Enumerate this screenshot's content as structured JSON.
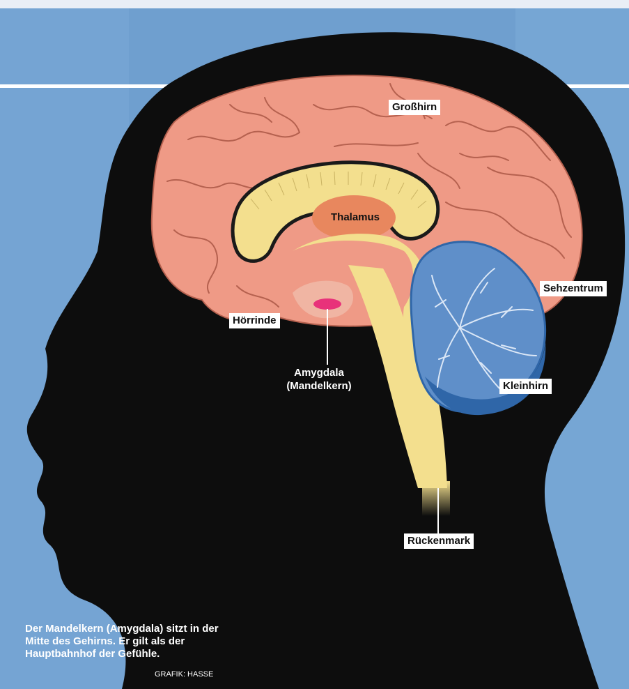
{
  "labels": {
    "grosshirn": "Großhirn",
    "thalamus": "Thalamus",
    "sehzentrum": "Sehzentrum",
    "hoerrinde": "Hörrinde",
    "amygdala_line1": "Amygdala",
    "amygdala_line2": "(Mandelkern)",
    "kleinhirn": "Kleinhirn",
    "rueckenmark": "Rückenmark"
  },
  "caption": {
    "text": "Der Mandelkern (Amygdala) sitzt in der Mitte des Gehirns. Er gilt als der Hauptbahnhof der Gefühle.",
    "credit": "GRAFIK: HASSE"
  },
  "colors": {
    "background": "#6f9fcf",
    "silhouette": "#0d0d0d",
    "cerebrum": "#ef9a86",
    "cerebrum_folds": "#b5614f",
    "inner_structures": "#f3df8e",
    "thalamus": "#e8875e",
    "amygdala": "#e8327a",
    "cerebellum": "#5f8fc9",
    "cerebellum_dark": "#2f66a8"
  }
}
